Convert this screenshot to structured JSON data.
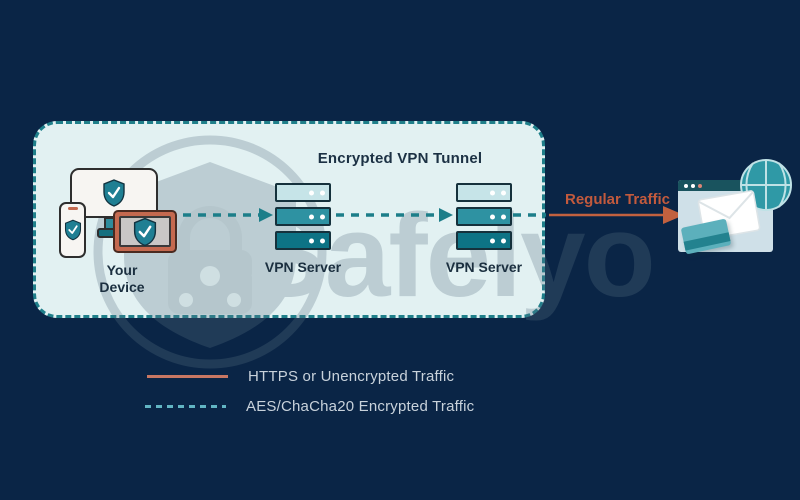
{
  "tunnel": {
    "title": "Encrypted VPN Tunnel"
  },
  "device": {
    "label": "Your Device"
  },
  "servers": [
    {
      "label": "VPN Server"
    },
    {
      "label": "VPN Server"
    }
  ],
  "traffic": {
    "regular_label": "Regular Traffic"
  },
  "watermark": {
    "text": "Safelyo"
  },
  "legend": {
    "items": [
      {
        "style": "solid",
        "color": "#c87763",
        "label": "HTTPS or Unencrypted Traffic"
      },
      {
        "style": "dashed",
        "color": "#62b5c3",
        "label": "AES/ChaCha20 Encrypted Traffic"
      }
    ]
  },
  "colors": {
    "background": "#0a2546",
    "tunnel_fill": "#e2f1f2",
    "tunnel_border": "#1f7f8a",
    "encrypted_line": "#1c7e89",
    "regular_line": "#c2613f",
    "server_dark": "#0d7385",
    "server_mid": "#2e92a2",
    "server_light": "#c6e4e8",
    "shield": "#1f7f93",
    "tablet_frame": "#c4694f",
    "browser_bar": "#19535e",
    "legend_text": "#c8d2db"
  }
}
